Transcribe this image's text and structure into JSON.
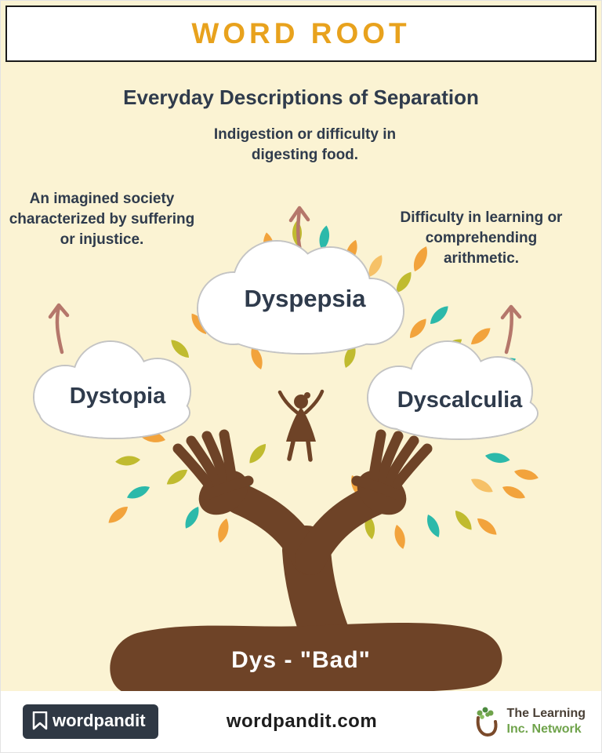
{
  "header": {
    "title": "WORD ROOT"
  },
  "subtitle": "Everyday Descriptions of Separation",
  "words": [
    {
      "word": "Dystopia",
      "definition": "An imagined society characterized by suffering or injustice."
    },
    {
      "word": "Dyspepsia",
      "definition": "Indigestion or difficulty in digesting food."
    },
    {
      "word": "Dyscalculia",
      "definition": "Difficulty in learning or comprehending arithmetic."
    }
  ],
  "root": {
    "label": "Dys - \"Bad\""
  },
  "footer": {
    "logo_text": "wordpandit",
    "site": "wordpandit.com",
    "partner_line1": "The Learning",
    "partner_line2": "Inc. Network"
  },
  "colors": {
    "background": "#FBF3D3",
    "title": "#E8A21D",
    "text_dark": "#2F3B4C",
    "arrow": "#B5776B",
    "tree": "#6E4327",
    "leaf_orange": "#F2A33C",
    "leaf_teal": "#2CB9AA",
    "leaf_olive": "#C0BB2F",
    "logo_bg": "#2F3844",
    "partner_green": "#6FA34B"
  }
}
